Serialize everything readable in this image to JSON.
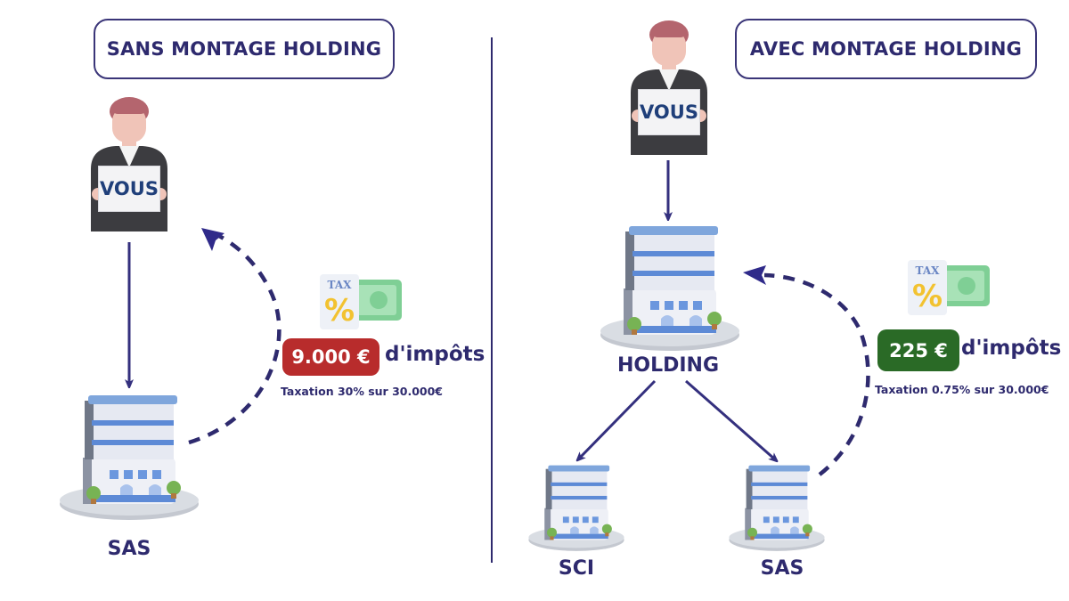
{
  "left_panel": {
    "title": "SANS MONTAGE HOLDING",
    "person_sign": "VOUS",
    "entity_label": "SAS",
    "tax_amount": "9.000 €",
    "tax_suffix": "d'impôts",
    "tax_detail": "Taxation 30% sur 30.000€",
    "tax_icon_text": "TAX",
    "badge_color": "#b82c2c"
  },
  "right_panel": {
    "title": "AVEC MONTAGE HOLDING",
    "person_sign": "VOUS",
    "holding_label": "HOLDING",
    "sci_label": "SCI",
    "sas_label": "SAS",
    "tax_amount": "225 €",
    "tax_suffix": "d'impôts",
    "tax_detail": "Taxation 0.75% sur 30.000€",
    "tax_icon_text": "TAX",
    "badge_color": "#2a6a26"
  },
  "colors": {
    "ink": "#2e2a6e",
    "arrow": "#34307e"
  }
}
